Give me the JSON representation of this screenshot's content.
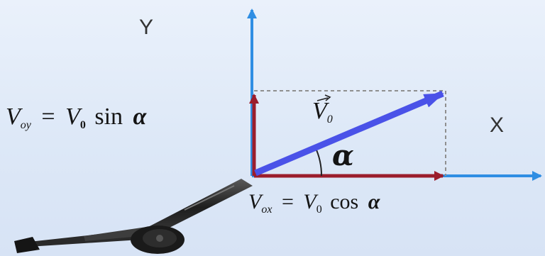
{
  "axes": {
    "y_label": "Y",
    "x_label": "X"
  },
  "vector": {
    "symbol": "V",
    "subscript": "0",
    "angle_symbol": "α"
  },
  "components": {
    "vy": {
      "symbol": "V",
      "subscript": "oy",
      "equals": "=",
      "rhs_symbol": "V",
      "rhs_subscript": "0",
      "func": "sin",
      "angle": "α"
    },
    "vx": {
      "symbol": "V",
      "subscript": "ox",
      "equals": "=",
      "rhs_symbol": "V",
      "rhs_subscript": "0",
      "func": "cos",
      "angle": "α"
    }
  },
  "colors": {
    "axis": "#2f8ee3",
    "component": "#9b1d2c",
    "velocity": "#4a52e8",
    "guide": "#8f8f8f"
  }
}
